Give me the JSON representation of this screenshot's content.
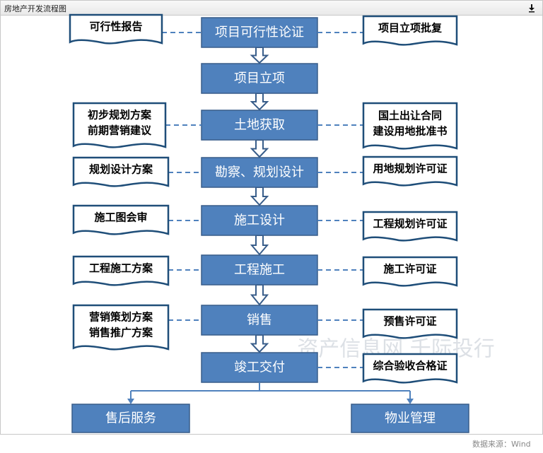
{
  "panel": {
    "title": "房地产开发流程图",
    "download_icon": "download-icon"
  },
  "flow": {
    "steps": [
      "项目可行性论证",
      "项目立项",
      "土地获取",
      "勘察、规划设计",
      "施工设计",
      "工程施工",
      "销售",
      "竣工交付"
    ],
    "left_docs": [
      [
        "可行性报告"
      ],
      [
        "初步规划方案",
        "前期营销建议"
      ],
      [
        "规划设计方案"
      ],
      [
        "施工图会审"
      ],
      [
        "工程施工方案"
      ],
      [
        "营销策划方案",
        "销售推广方案"
      ]
    ],
    "right_docs": [
      [
        "项目立项批复"
      ],
      [
        "国土出让合同",
        "建设用地批准书"
      ],
      [
        "用地规划许可证"
      ],
      [
        "工程规划许可证"
      ],
      [
        "施工许可证"
      ],
      [
        "预售许可证"
      ],
      [
        "综合验收合格证"
      ]
    ],
    "final": [
      "售后服务",
      "物业管理"
    ]
  },
  "watermark": "资产信息网 千际投行",
  "source": "数据来源：Wind",
  "colors": {
    "box_fill": "#4f81bd",
    "box_border": "#385d8a",
    "connector": "#4f81bd",
    "box_text": "#ffffff"
  }
}
